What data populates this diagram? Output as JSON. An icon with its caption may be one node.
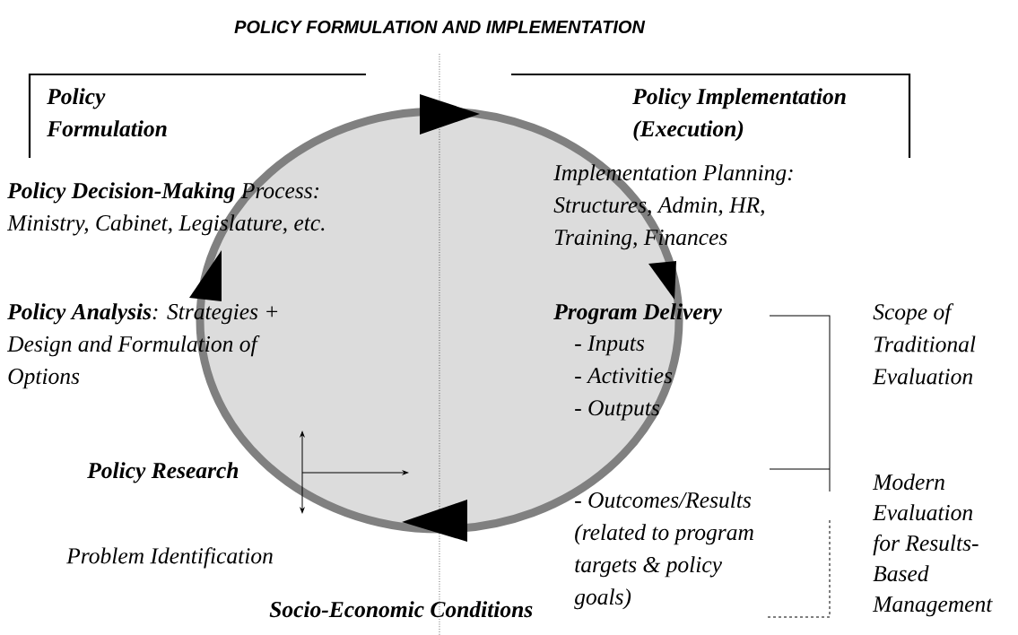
{
  "diagram": {
    "title": "POLICY FORMULATION AND IMPLEMENTATION",
    "labels": [
      "Policy Formulation",
      "Policy Implementation (Execution)",
      "**Policy Decision-Making** Process: Ministry, Cabinet, Legislature, etc.",
      "Implementation Planning: Structures, Admin, HR, Training, Finances",
      "**Policy Analysis**: Strategies + Design and Formulation of Options",
      "Program Delivery",
      "- Inputs",
      "- Activities",
      "- Outputs",
      "Scope of Traditional Evaluation",
      "Policy Research",
      "- Outcomes/Results (related to program targets & policy goals)",
      "Problem Identification",
      "Modern Evaluation for Results-Based Management",
      "Socio-Economic Conditions"
    ]
  }
}
